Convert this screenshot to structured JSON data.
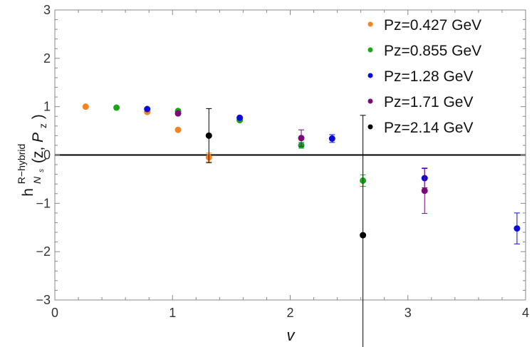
{
  "chart_data": {
    "type": "scatter",
    "xlabel": "v",
    "ylabel": {
      "base": "h",
      "sup": "R−hybrid",
      "sub": "N",
      "subsub": "s",
      "args": "(z,",
      "p": "P",
      "psub": "z",
      "close": ")"
    },
    "xlim": [
      0,
      4
    ],
    "ylim": [
      -3,
      3
    ],
    "xticks": [
      "0",
      "1",
      "2",
      "3",
      "4"
    ],
    "yticks": [
      "3",
      "2",
      "1",
      "0",
      "−1",
      "−2",
      "−3"
    ],
    "grid": false,
    "legend_position": "top-right",
    "zero_line": true,
    "series": [
      {
        "name": "Pz=0.427 GeV",
        "color": "#f28522",
        "points": [
          {
            "x": 0.262,
            "y": 1.0,
            "err": 0.0
          },
          {
            "x": 0.785,
            "y": 0.89,
            "err": 0.0
          },
          {
            "x": 1.047,
            "y": 0.52,
            "err": 0.0
          },
          {
            "x": 1.309,
            "y": -0.05,
            "err": 0.09
          }
        ]
      },
      {
        "name": "Pz=0.855 GeV",
        "color": "#1aa51a",
        "points": [
          {
            "x": 0.524,
            "y": 0.98,
            "err": 0.0
          },
          {
            "x": 1.047,
            "y": 0.91,
            "err": 0.0
          },
          {
            "x": 1.571,
            "y": 0.72,
            "err": 0.0
          },
          {
            "x": 2.094,
            "y": 0.2,
            "err": 0.06
          },
          {
            "x": 2.618,
            "y": -0.53,
            "err": 0.12
          }
        ]
      },
      {
        "name": "Pz=1.28 GeV",
        "color": "#0a0adb",
        "points": [
          {
            "x": 0.785,
            "y": 0.95,
            "err": 0.0
          },
          {
            "x": 1.571,
            "y": 0.77,
            "err": 0.0
          },
          {
            "x": 2.356,
            "y": 0.34,
            "err": 0.08
          },
          {
            "x": 3.142,
            "y": -0.48,
            "err": 0.2
          },
          {
            "x": 3.927,
            "y": -1.52,
            "err": 0.32
          }
        ]
      },
      {
        "name": "Pz=1.71 GeV",
        "color": "#7b0a78",
        "points": [
          {
            "x": 1.047,
            "y": 0.86,
            "err": 0.0
          },
          {
            "x": 2.094,
            "y": 0.35,
            "err": 0.17
          },
          {
            "x": 3.142,
            "y": -0.74,
            "err": 0.47
          }
        ]
      },
      {
        "name": "Pz=2.14 GeV",
        "color": "#000000",
        "points": [
          {
            "x": 1.309,
            "y": 0.4,
            "err": 0.56
          },
          {
            "x": 2.618,
            "y": -1.66,
            "err": 2.48
          }
        ]
      }
    ]
  }
}
